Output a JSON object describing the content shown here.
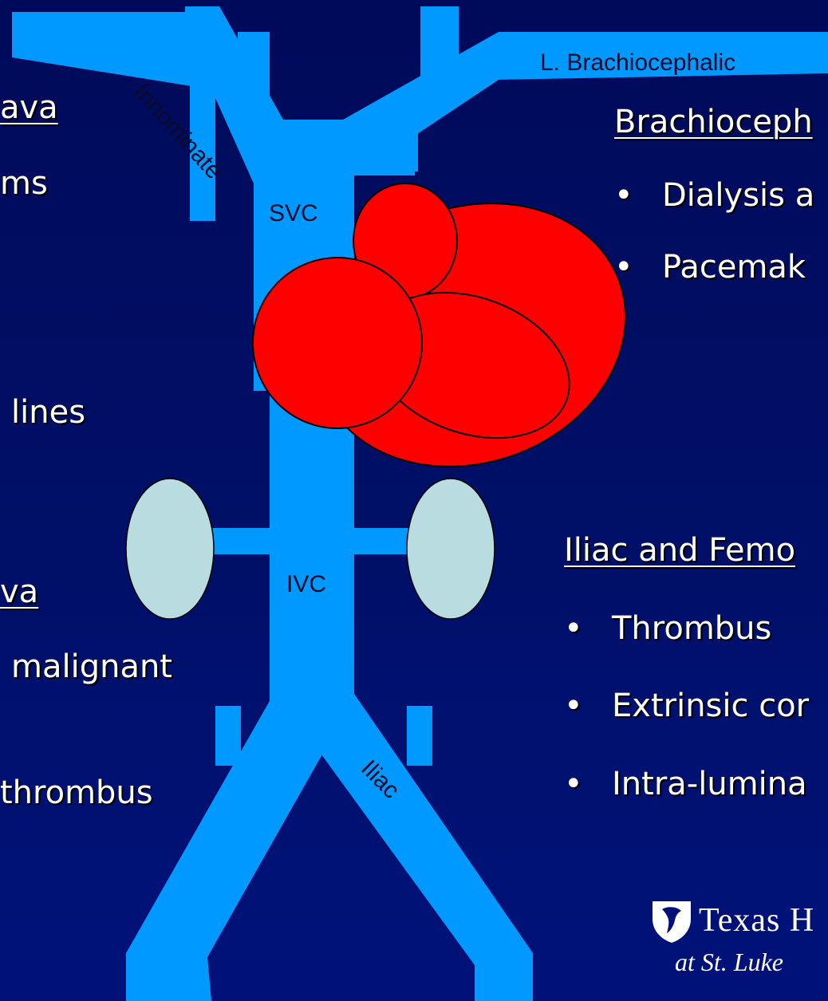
{
  "colors": {
    "background": "#000a5a",
    "vessel": "#0099ff",
    "heart": "#ff0000",
    "kidney": "#b8dce0",
    "label": "#0a0a2a"
  },
  "left_column": {
    "heading1": "ava",
    "line1": "ms",
    "line2": "lines",
    "heading2": "va",
    "line3": "malignant",
    "line4": "thrombus"
  },
  "right_column": {
    "heading1": "Brachioceph",
    "bullets1": [
      "Dialysis a",
      "Pacemak"
    ],
    "heading2": "Iliac and Femo",
    "bullets2": [
      "Thrombus",
      "Extrinsic cor",
      "Intra-lumina"
    ]
  },
  "diagram_labels": {
    "innominate": "Innominate",
    "l_brachiocephalic": "L. Brachiocephalic",
    "svc": "SVC",
    "ivc": "IVC",
    "iliac": "Iliac"
  },
  "logo": {
    "icon": "texas-heart-shield-icon",
    "name": "Texas H",
    "subtitle": "at St. Luke"
  }
}
